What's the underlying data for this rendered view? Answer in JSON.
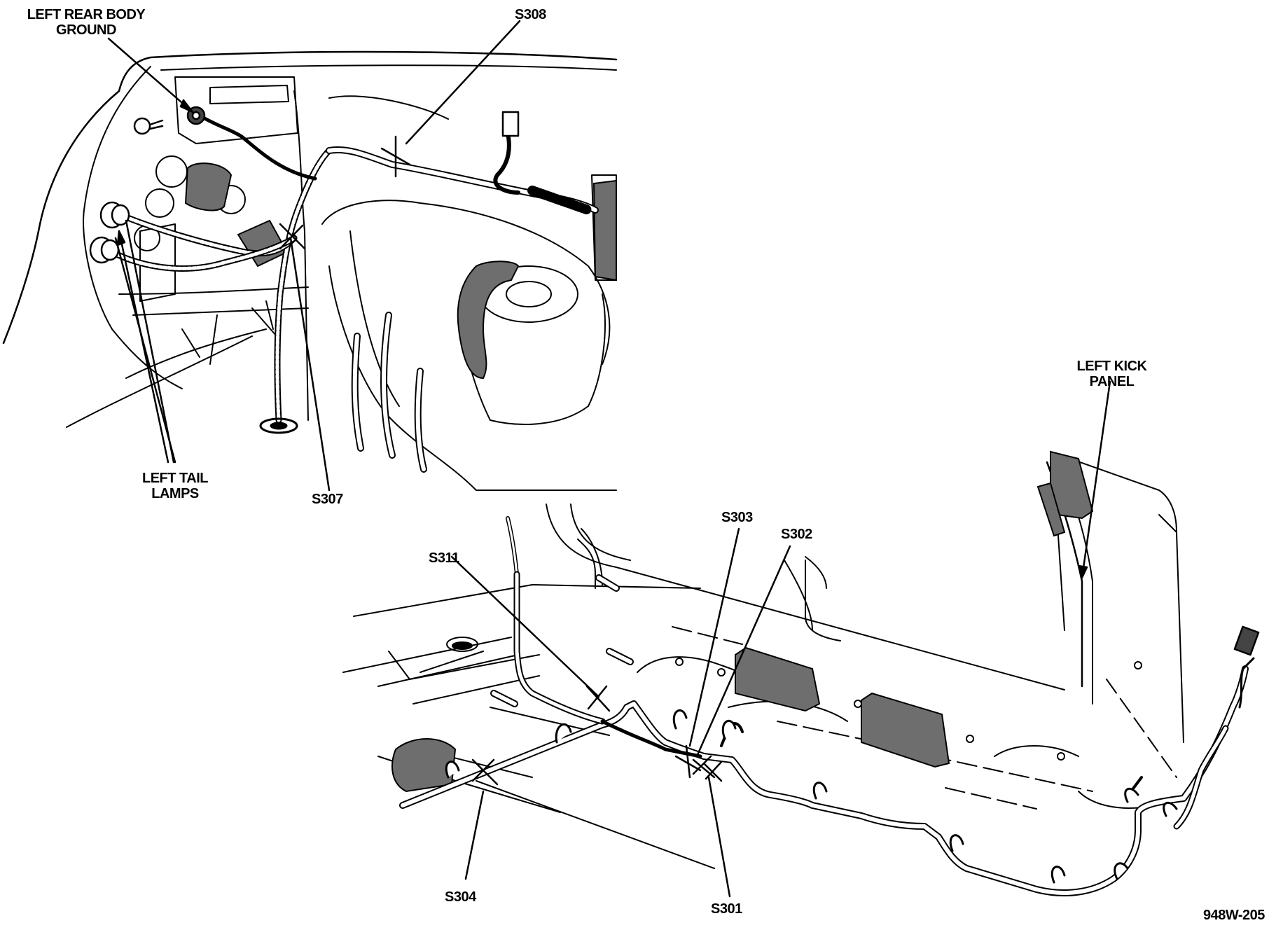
{
  "labels": {
    "left_rear_body_ground": [
      "LEFT REAR BODY",
      "GROUND"
    ],
    "s308": "S308",
    "left_tail_lamps": [
      "LEFT TAIL",
      "LAMPS"
    ],
    "s307": "S307",
    "left_kick_panel": [
      "LEFT KICK",
      "PANEL"
    ],
    "s303": "S303",
    "s302": "S302",
    "s311": "S311",
    "s304": "S304",
    "s301": "S301",
    "figure_id": "948W-205"
  }
}
